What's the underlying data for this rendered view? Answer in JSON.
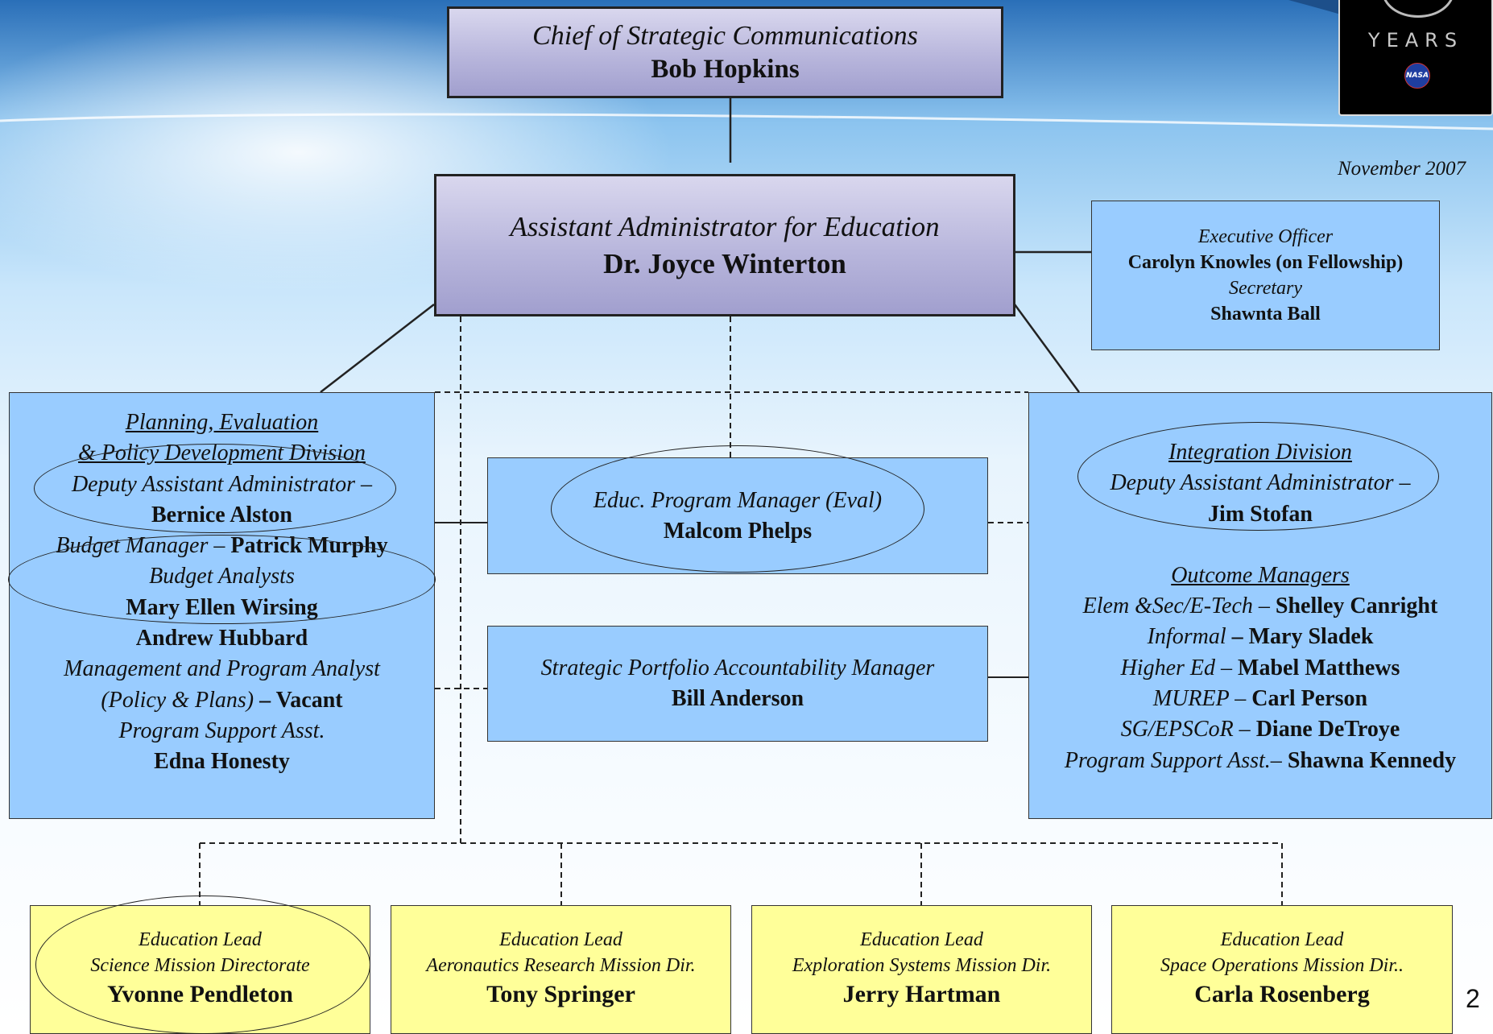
{
  "date": "November 2007",
  "page_number": "2",
  "logo": {
    "text": "YEARS",
    "agency": "NASA"
  },
  "chief": {
    "title": "Chief of Strategic Communications",
    "name": "Bob Hopkins"
  },
  "aa": {
    "title": "Assistant  Administrator for Education",
    "name": "Dr. Joyce Winterton"
  },
  "exec": {
    "title1": "Executive Officer",
    "name1": "Carolyn Knowles (on Fellowship)",
    "title2": "Secretary",
    "name2": "Shawnta Ball"
  },
  "planning": {
    "division_line1": "Planning, Evaluation",
    "division_line2": "& Policy Development Division",
    "deputy_title": "Deputy Assistant Administrator –",
    "deputy_name": "Bernice Alston",
    "budget_manager_title": "Budget Manager – ",
    "budget_manager_name": "Patrick Murphy",
    "analysts_title": "Budget Analysts",
    "analyst1": "Mary Ellen Wirsing",
    "analyst2": "Andrew Hubbard",
    "mpa_title": "Management and Program Analyst",
    "mpa_title2": "(Policy & Plans)",
    "mpa_name": " – Vacant",
    "psa_title": "Program Support Asst.",
    "psa_name": "Edna Honesty"
  },
  "eval": {
    "title": "Educ. Program Manager (Eval)",
    "name": "Malcom Phelps"
  },
  "portfolio": {
    "title": "Strategic Portfolio Accountability Manager",
    "name": "Bill Anderson"
  },
  "integration": {
    "division": "Integration Division",
    "deputy_title": "Deputy Assistant Administrator –",
    "deputy_name": "Jim Stofan",
    "outcome_heading": "Outcome Managers",
    "managers": [
      {
        "role": "Elem &Sec/E-Tech – ",
        "name": "Shelley Canright"
      },
      {
        "role": "Informal",
        "name": " – Mary Sladek"
      },
      {
        "role": "Higher Ed – ",
        "name": "Mabel Matthews"
      },
      {
        "role": "MUREP – ",
        "name": "Carl Person"
      },
      {
        "role": "SG/EPSCoR – ",
        "name": "Diane DeTroye"
      },
      {
        "role": "Program Support Asst.– ",
        "name": "Shawna Kennedy"
      }
    ]
  },
  "leads": [
    {
      "title": "Education Lead",
      "directorate": "Science Mission Directorate",
      "name": "Yvonne Pendleton"
    },
    {
      "title": "Education Lead",
      "directorate": "Aeronautics Research Mission Dir.",
      "name": "Tony Springer"
    },
    {
      "title": "Education Lead",
      "directorate": "Exploration Systems Mission Dir.",
      "name": "Jerry Hartman"
    },
    {
      "title": "Education Lead",
      "directorate": "Space Operations Mission Dir..",
      "name": "Carla Rosenberg"
    }
  ],
  "colors": {
    "executive_box": "#b8b6dc",
    "division_box": "#99ccff",
    "lead_box": "#ffff99"
  }
}
